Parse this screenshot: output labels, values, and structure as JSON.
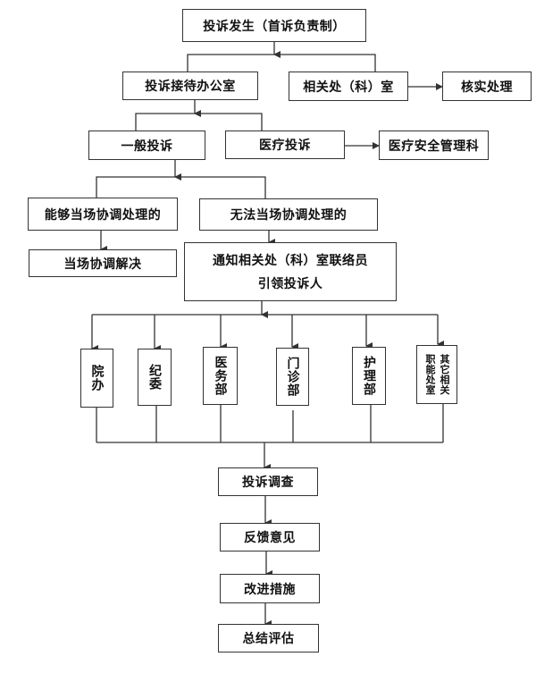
{
  "title": "投诉处理流程图",
  "nodes": {
    "start": "投诉发生（首诉负责制）",
    "reception_office": "投诉接待办公室",
    "related_dept": "相关处（科）室",
    "verify_handle": "核实处理",
    "general_complaint": "一般投诉",
    "medical_complaint": "医疗投诉",
    "medical_safety_dept": "医疗安全管理科",
    "can_resolve_onsite": "能够当场协调处理的",
    "cannot_resolve_onsite": "无法当场协调处理的",
    "resolve_onsite": "当场协调解决",
    "notify_line1": "通知相关处（科）室联络员",
    "notify_line2": "引领投诉人",
    "departments": [
      {
        "label": "院办"
      },
      {
        "label": "纪委"
      },
      {
        "label": "医务部"
      },
      {
        "label": "门诊部"
      },
      {
        "label": "护理部"
      },
      {
        "label_col1": "其它相关",
        "label_col2": "职能处室"
      }
    ],
    "investigation": "投诉调查",
    "feedback": "反馈意见",
    "improvement": "改进措施",
    "evaluation": "总结评估"
  }
}
